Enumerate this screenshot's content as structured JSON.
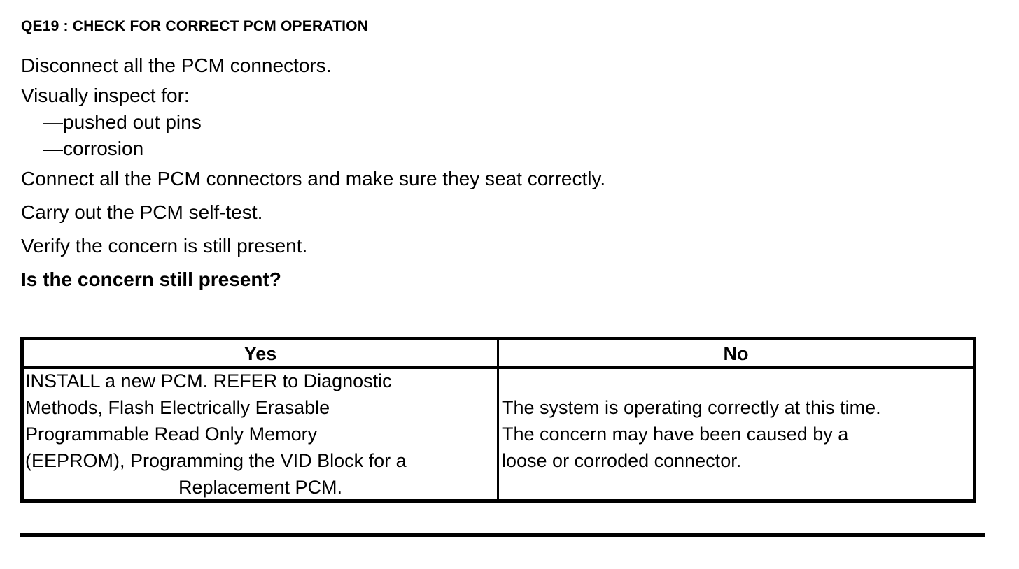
{
  "document": {
    "title": "QE19 : CHECK FOR CORRECT PCM OPERATION",
    "steps": [
      {
        "text": "Disconnect all the PCM connectors.",
        "style": "normal"
      },
      {
        "text": "Visually inspect for:",
        "style": "normal"
      },
      {
        "text": "—pushed out pins",
        "style": "dash"
      },
      {
        "text": "—corrosion",
        "style": "dash"
      },
      {
        "text": "Connect all the PCM connectors and make sure they seat correctly.",
        "style": "normal"
      },
      {
        "text": "Carry out the PCM self-test.",
        "style": "normal"
      },
      {
        "text": "Verify the concern is still present.",
        "style": "normal"
      },
      {
        "text": "Is the concern still present?",
        "style": "bold"
      }
    ]
  },
  "decision_table": {
    "headers": {
      "yes": "Yes",
      "no": "No"
    },
    "yes_cell": {
      "lines": [
        "INSTALL a new PCM. REFER to Diagnostic",
        "Methods, Flash Electrically Erasable",
        "Programmable Read Only Memory",
        "(EEPROM), Programming the VID Block for a"
      ],
      "centered_line": "Replacement PCM."
    },
    "no_cell": {
      "lines": [
        "The system is operating correctly at this time.",
        "The concern may have been caused by a",
        "loose or corroded connector."
      ]
    }
  },
  "colors": {
    "background": "#ffffff",
    "text": "#000000",
    "border": "#000000"
  }
}
